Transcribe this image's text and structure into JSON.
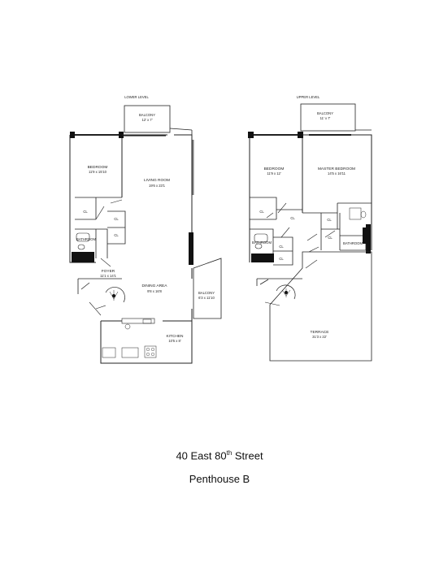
{
  "lower_level": {
    "header": "LOWER LEVEL",
    "balcony_top": {
      "name": "BALCONY",
      "dims": "12' x 7'"
    },
    "bedroom": {
      "name": "BEDROOM",
      "dims": "11'9 x 15'10"
    },
    "living_room": {
      "name": "LIVING ROOM",
      "dims": "19'6 x 23'1"
    },
    "cl_1": "CL",
    "cl_2": "CL",
    "cl_3": "CL",
    "bathroom": "BATHROOM",
    "foyer": {
      "name": "FOYER",
      "dims": "11'1 x 14'1"
    },
    "dining": {
      "name": "DINING AREA",
      "dims": "9'8 x 16'8"
    },
    "balcony_side": {
      "name": "BALCONY",
      "dims": "6'3 x 11'10"
    },
    "kitchen": {
      "name": "KITCHEN",
      "dims": "10'5 x 8'"
    }
  },
  "upper_level": {
    "header": "UPPER LEVEL",
    "balcony_top": {
      "name": "BALCONY",
      "dims": "11' x 7'"
    },
    "bedroom": {
      "name": "BEDROOM",
      "dims": "11'9 x 12'"
    },
    "master": {
      "name": "MASTER BEDROOM",
      "dims": "14'5 x 16'11"
    },
    "cl_1": "CL",
    "cl_2": "CL",
    "cl_3": "CL",
    "cl_4": "CL",
    "cl_5": "CL",
    "cl_6": "CL",
    "bathroom_1": "BATHROOM",
    "bathroom_2": "BATHROOM",
    "terrace": {
      "name": "TERRACE",
      "dims": "31'3 x 22'"
    }
  },
  "caption": {
    "address_prefix": "40 East 80",
    "address_sup": "th",
    "address_suffix": " Street",
    "unit": "Penthouse B"
  }
}
